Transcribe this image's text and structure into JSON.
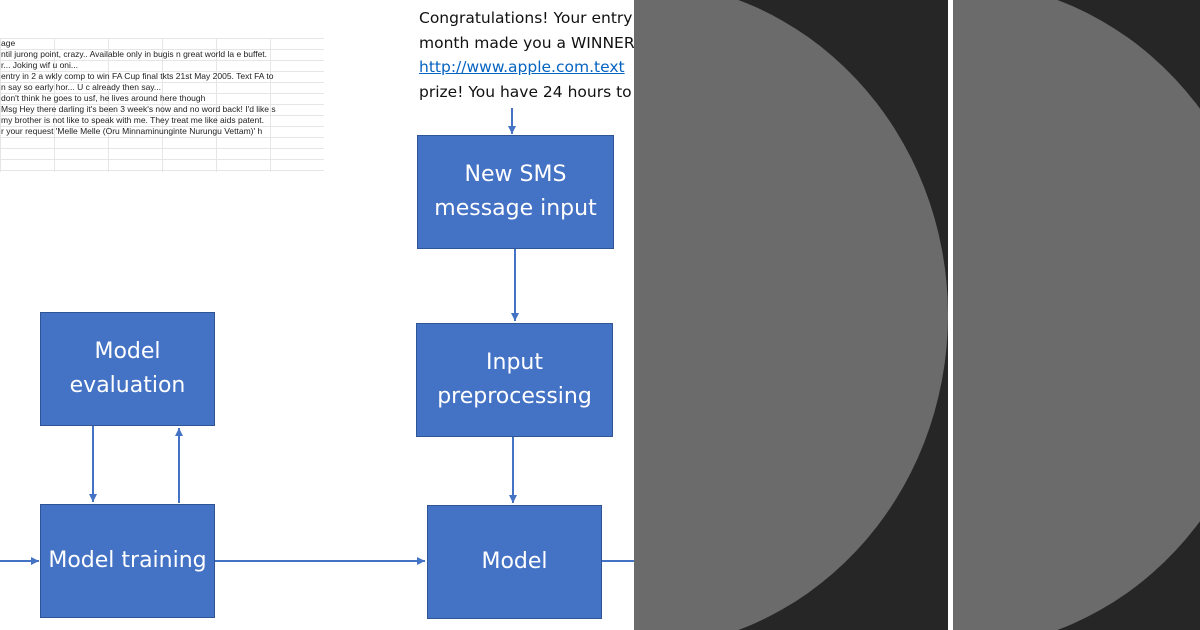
{
  "sheet": {
    "rows": [
      "age",
      "ntil jurong point, crazy.. Available only in bugis n great world la e buffet.",
      "r... Joking wif u oni...",
      "entry in 2 a wkly comp to win FA Cup final tkts 21st May 2005. Text FA to",
      "n say so early hor... U c already then say...",
      "don't think he goes to usf, he lives around here though",
      "Msg Hey there darling it's been 3 week's now and no word back! I'd like s",
      "my brother is not like to speak with me. They treat me like aids patent.",
      "r your request 'Melle Melle (Oru Minnaminunginte Nurungu Vettam)' h"
    ]
  },
  "message": {
    "line1": "Congratulations! Your entry",
    "line2": "month made you a WINNER",
    "link": "http://www.apple.com.text",
    "line4": "prize! You have 24 hours to"
  },
  "flow": {
    "new_sms": "New SMS message input",
    "input_preprocessing": "Input preprocessing",
    "model": "Model",
    "model_evaluation": "Model evaluation",
    "model_training": "Model training"
  },
  "colors": {
    "box_fill": "#4472c4",
    "box_border": "#2f5597",
    "arrow": "#4472c4",
    "link": "#0563c1",
    "panel_bg": "#262626",
    "panel_circle": "#6b6b6b"
  }
}
